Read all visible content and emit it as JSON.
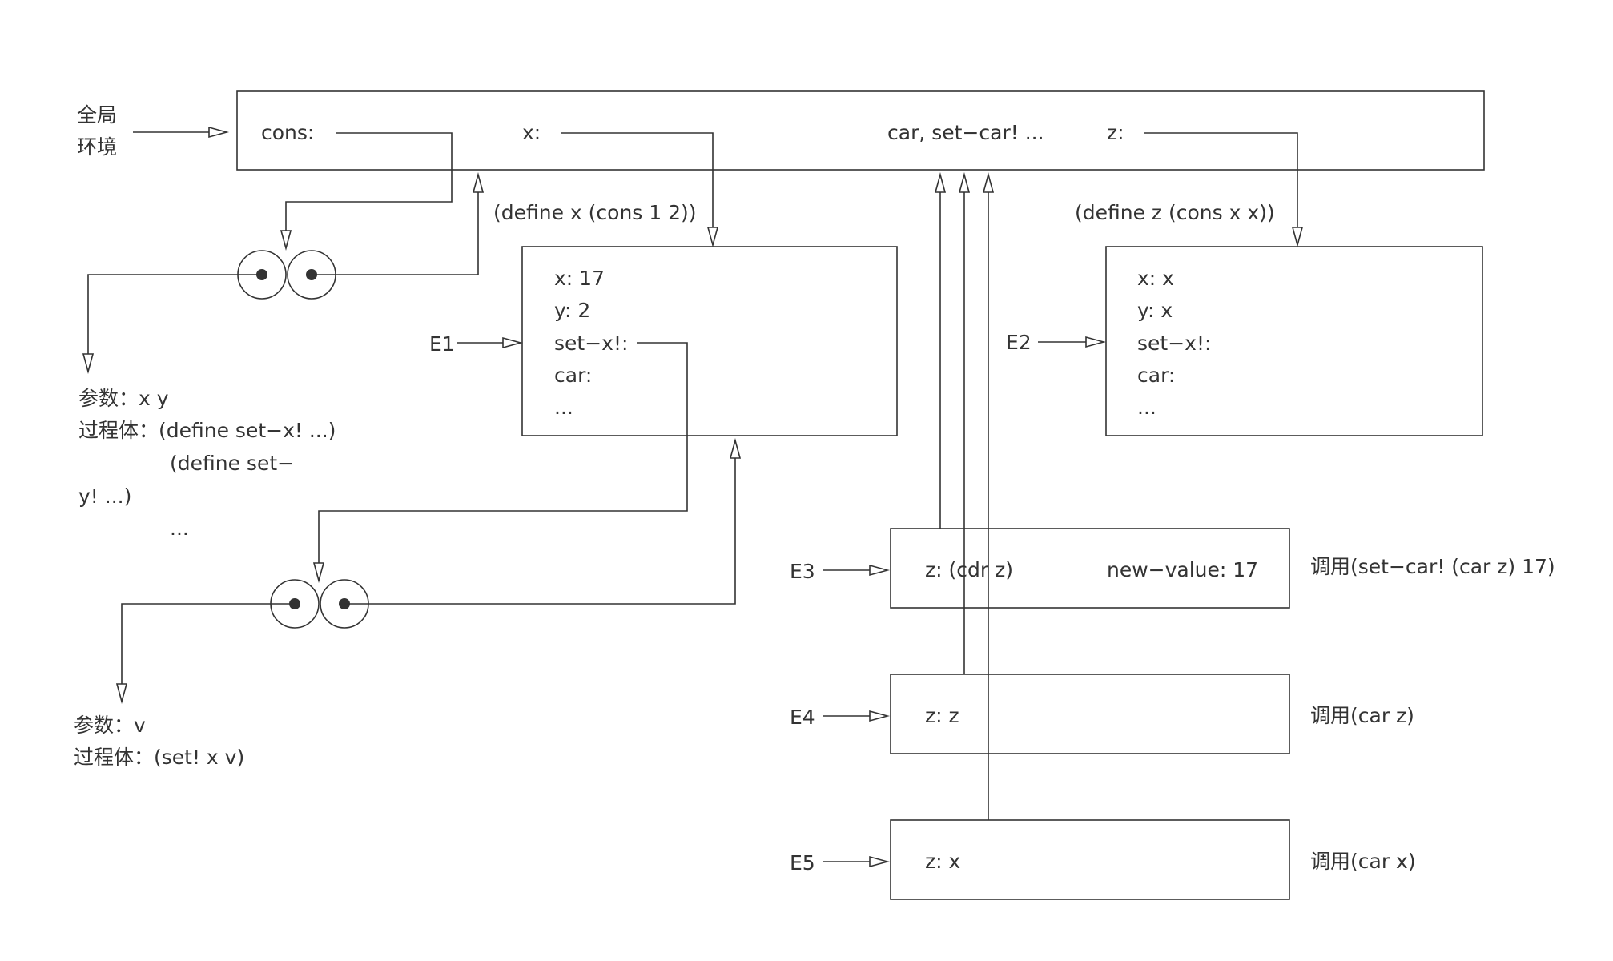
{
  "global_env": {
    "label_line1": "全局",
    "label_line2": "环境",
    "bindings": {
      "cons": "cons:",
      "x": "x:",
      "builtins": "car, set−car! ...",
      "z": "z:"
    }
  },
  "annotations": {
    "define_x": "(define x (cons 1 2))",
    "define_z": "(define z (cons x x))"
  },
  "cons_procedure": {
    "params": "参数：x y",
    "body_line1": "过程体：(define set−x! ...)",
    "body_line2": "(define set−",
    "body_line3": "y! ...)",
    "body_line4": "..."
  },
  "e1": {
    "label": "E1",
    "lines": [
      "x: 17",
      "y: 2",
      "set−x!:",
      "car:",
      "..."
    ]
  },
  "e2": {
    "label": "E2",
    "lines": [
      "x: x",
      "y: x",
      "set−x!:",
      "car:",
      "..."
    ]
  },
  "setx_procedure": {
    "params": "参数：v",
    "body": "过程体：(set! x v)"
  },
  "e3": {
    "label": "E3",
    "z_binding": "z: (cdr z)",
    "value_binding": "new−value: 17",
    "call": "调用(set−car! (car z) 17)"
  },
  "e4": {
    "label": "E4",
    "z_binding": "z: z",
    "call": "调用(car z)"
  },
  "e5": {
    "label": "E5",
    "z_binding": "z: x",
    "call": "调用(car x)"
  }
}
